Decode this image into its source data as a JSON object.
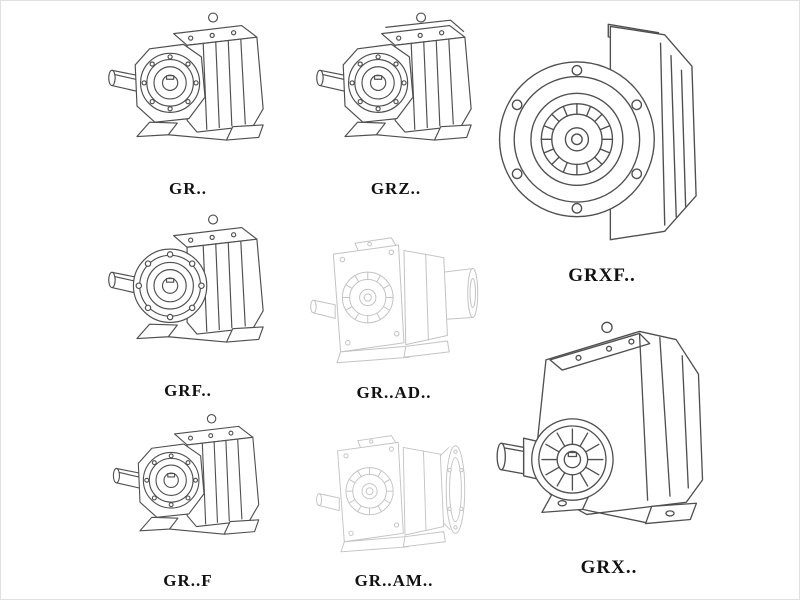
{
  "page": {
    "background": "#ffffff",
    "line_color": "#4f4f4f",
    "ghost_line_color": "#c3c3c3",
    "label_color": "#111111"
  },
  "catalog": {
    "items": [
      {
        "label": "GR..",
        "drawing": "helical-gear-reducer-foot-mounted-isometric"
      },
      {
        "label": "GRZ..",
        "drawing": "helical-gear-reducer-foot-mounted-stepped-cover-isometric"
      },
      {
        "label": "GRXF..",
        "drawing": "helical-gear-reducer-flange-mounted-front-view"
      },
      {
        "label": "GRF..",
        "drawing": "helical-gear-reducer-output-flange-isometric"
      },
      {
        "label": "GR..AD..",
        "drawing": "helical-gear-reducer-input-shaft-adapter-phantom"
      },
      {
        "label": "GR..F",
        "drawing": "helical-gear-reducer-foot-mounted-isometric"
      },
      {
        "label": "GR..AM..",
        "drawing": "helical-gear-reducer-motor-flange-adapter-phantom"
      },
      {
        "label": "GRX..",
        "drawing": "helical-gear-reducer-large-foot-mounted-isometric"
      }
    ]
  }
}
